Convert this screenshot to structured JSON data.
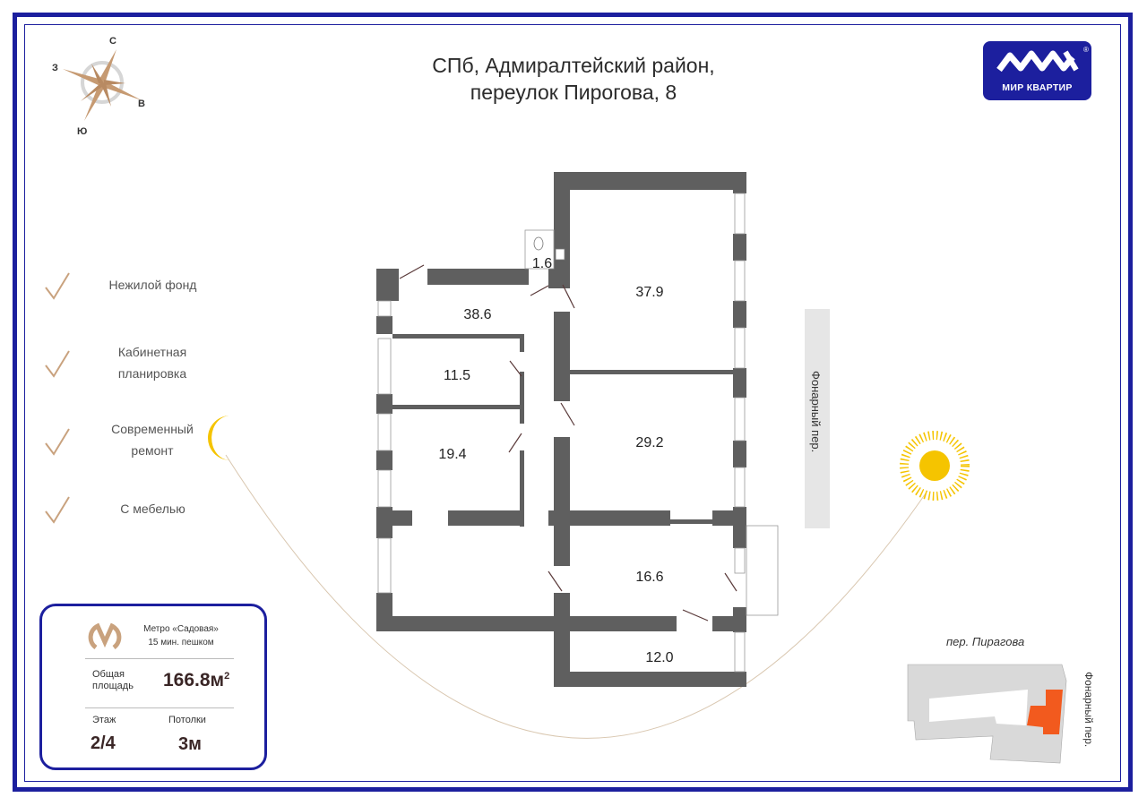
{
  "header": {
    "title_line1": "СПб, Адмиралтейский район,",
    "title_line2": "переулок Пирогова, 8"
  },
  "logo": {
    "text": "МИР КВАРТИР",
    "registered": "®"
  },
  "compass": {
    "north": "С",
    "west": "З",
    "east": "В",
    "south": "Ю"
  },
  "features": [
    {
      "label": "Нежилой фонд"
    },
    {
      "label": "Кабинетная планировка"
    },
    {
      "label": "Современный ремонт"
    },
    {
      "label": "С мебелью"
    }
  ],
  "info_card": {
    "metro_name": "Метро «Садовая»",
    "metro_time": "15 мин. пешком",
    "area_label_1": "Общая",
    "area_label_2": "площадь",
    "area_value": "166.8м",
    "area_sup": "2",
    "floor_label": "Этаж",
    "floor_value": "2/4",
    "ceiling_label": "Потолки",
    "ceiling_value": "3м"
  },
  "rooms": [
    {
      "area": "1.6"
    },
    {
      "area": "37.9"
    },
    {
      "area": "38.6"
    },
    {
      "area": "11.5"
    },
    {
      "area": "29.2"
    },
    {
      "area": "19.4"
    },
    {
      "area": "16.6"
    },
    {
      "area": "12.0"
    }
  ],
  "streets": {
    "side_street": "Фонарный пер.",
    "top_street": "пер. Пирагова",
    "map_side_street": "Фонарный пер."
  },
  "colors": {
    "frame": "#1c1f9e",
    "wall": "#5f5f5f",
    "accent": "#c9a27e",
    "highlight": "#f25a1e",
    "sun": "#f5c400"
  }
}
